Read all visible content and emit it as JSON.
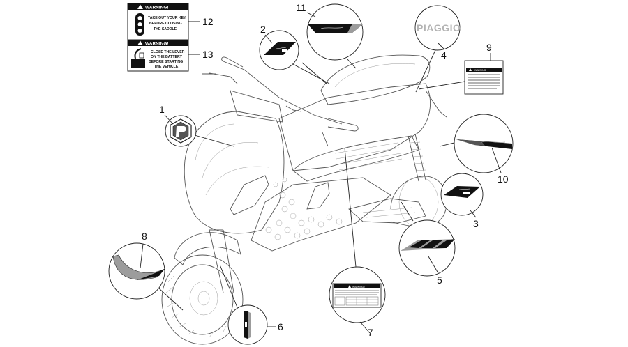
{
  "callouts": {
    "n1": "1",
    "n2": "2",
    "n3": "3",
    "n4": "4",
    "n5": "5",
    "n6": "6",
    "n7": "7",
    "n8": "8",
    "n9": "9",
    "n10": "10",
    "n11": "11",
    "n12": "12",
    "n13": "13"
  },
  "label12": {
    "header": "WARNING!",
    "line1": "TAKE OUT YOUR KEY",
    "line2": "BEFORE CLOSING",
    "line3": "THE SADDLE"
  },
  "label13": {
    "header": "WARNING!",
    "line1": "CLOSE THE LEVER",
    "line2": "ON THE BATTERY",
    "line3": "BEFORE STARTING",
    "line4": "THE VEHICLE"
  },
  "brand_logo": "PIAGGIO",
  "label7": {
    "header": "WARNING !"
  },
  "label9": {
    "header": "WARNING"
  },
  "colors": {
    "stroke": "#222222",
    "sticker_black": "#111111",
    "sticker_grey": "#9c9c9c",
    "logo_grey": "#b3b3b3"
  },
  "icons": [
    "key-saddle-icon",
    "battery-lever-icon",
    "warning-triangle-icon",
    "piaggio-emblem-icon"
  ]
}
